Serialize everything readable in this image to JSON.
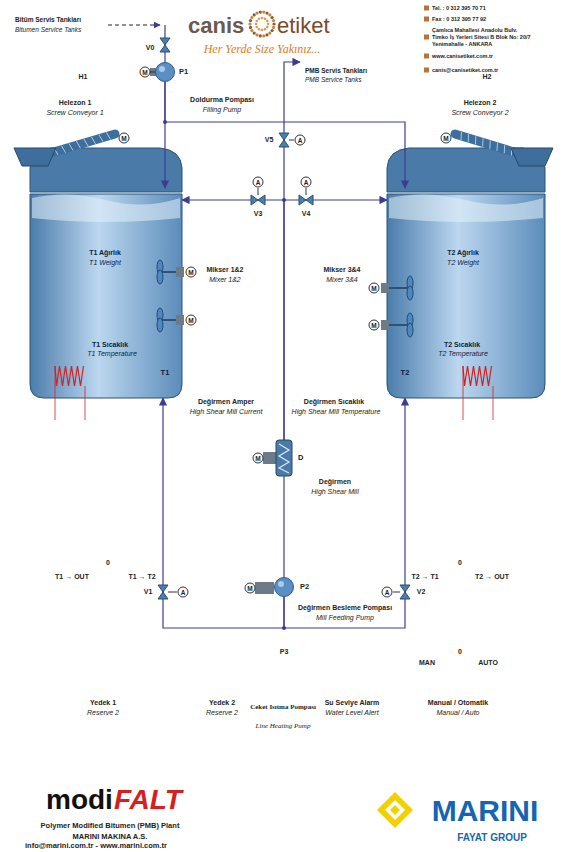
{
  "diagram": {
    "nodes": [
      {
        "text": [
          "P1"
        ]
      },
      {
        "text": [
          "T1 Ağırlık",
          "T1 Weight",
          "T1 Sıcaklık",
          "T1 Temperature",
          "T1"
        ]
      },
      {
        "text": [
          "T2 Ağırlık",
          "T2 Weight",
          "T2 Sıcaklık",
          "T2 Temperature",
          "T2"
        ]
      },
      {
        "text": [
          "D"
        ]
      },
      {
        "text": [
          "P2"
        ]
      }
    ],
    "edges": [
      {
        "from": 0,
        "to": 1,
        "arrow": "to"
      },
      {
        "from": 0,
        "to": 2,
        "arrow": "to"
      },
      {
        "from": 3,
        "to": 1,
        "arrow": "to"
      },
      {
        "from": 3,
        "to": 2,
        "arrow": "to"
      },
      {
        "from": 4,
        "to": 1,
        "arrow": "to"
      },
      {
        "from": 4,
        "to": 2,
        "arrow": "to"
      },
      {
        "from": 4,
        "to": 3,
        "arrow": "none"
      }
    ],
    "labels": [
      "Tel. : 0 312 395 70 71",
      "Fax : 0 312 395 77 92",
      "Çamlıca Mahallesi Anadolu Bulv.",
      "Timko İş Yerleri Sitesi B Blok No: 20/7",
      "Yenimahalle - ANKARA",
      "www.canisetiket.com.tr",
      "canis@canisetiket.com.tr",
      "canis",
      "etiket",
      "Her Yerde Size Yakınız...",
      "Bitüm Servis Tankları",
      "Bitumen Service Tanks",
      "V0",
      "M",
      "H1",
      "PMB Servis Tankları",
      "PMB Service Tanks",
      "H2",
      "Helezon 1",
      "Screw Conveyor 1",
      "Doldurma Pompası",
      "Filling Pump",
      "Helezon 2",
      "Screw Conveyor 2",
      "M",
      "M",
      "V5",
      "A",
      "A",
      "A",
      "V3",
      "V4",
      "Mikser 1&2",
      "Mixer 1&2",
      "Mikser 3&4",
      "Mixer 3&4",
      "M",
      "M",
      "M",
      "M",
      "Değirmen Amper",
      "High Shear Mill Current",
      "Değirmen Sıcaklık",
      "High Shear Mill Temperature",
      "M",
      "Değirmen",
      "High Shear Mill",
      "0",
      "T1 → OUT",
      "T1 → T2",
      "0",
      "T2 → T1",
      "T2 → OUT",
      "V1",
      "A",
      "V2",
      "A",
      "M",
      "Değirmen Besleme Pompası",
      "Mill Feeding Pump",
      "P3",
      "MAN",
      "0",
      "AUTO",
      "Yedek 1",
      "Reserve 2",
      "Yedek 2",
      "Reserve 2",
      "Ceket Isıtma Pompası",
      "Line Heating Pump",
      "Su Seviye Alarm",
      "Water Level Alert",
      "Manual / Otomatik",
      "Manual / Auto",
      "modi",
      "FALT",
      "Polymer Modified Bitumen (PMB) Plant",
      "MARINI MAKINA A.S.",
      "info@marini.com.tr - www.marini.com.tr",
      "MARINI",
      "FAYAT GROUP"
    ]
  }
}
